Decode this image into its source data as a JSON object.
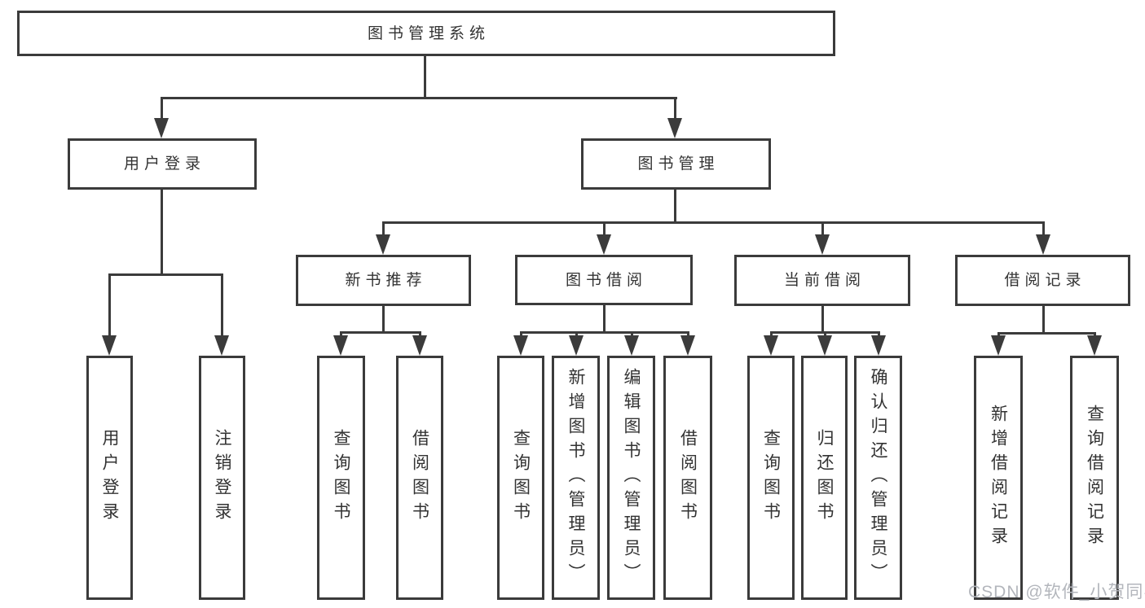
{
  "colors": {
    "line": "#3b3b3b",
    "text": "#333333",
    "watermark": "#b3b6bc",
    "background": "#ffffff"
  },
  "tree": {
    "root": {
      "label": "图书管理系统"
    },
    "user_login": {
      "label": "用户登录",
      "children": [
        {
          "label": "用户登录"
        },
        {
          "label": "注销登录"
        }
      ]
    },
    "book_mgmt": {
      "label": "图书管理",
      "sections": [
        {
          "label": "新书推荐",
          "children": [
            {
              "label": "查询图书"
            },
            {
              "label": "借阅图书"
            }
          ]
        },
        {
          "label": "图书借阅",
          "children": [
            {
              "label": "查询图书"
            },
            {
              "label": "新增图书（管理员）"
            },
            {
              "label": "编辑图书（管理员）"
            },
            {
              "label": "借阅图书"
            }
          ]
        },
        {
          "label": "当前借阅",
          "children": [
            {
              "label": "查询图书"
            },
            {
              "label": "归还图书"
            },
            {
              "label": "确认归还（管理员）"
            }
          ]
        },
        {
          "label": "借阅记录",
          "children": [
            {
              "label": "新增借阅记录"
            },
            {
              "label": "查询借阅记录"
            }
          ]
        }
      ]
    }
  },
  "watermark": "CSDN @软件_小贺同学"
}
